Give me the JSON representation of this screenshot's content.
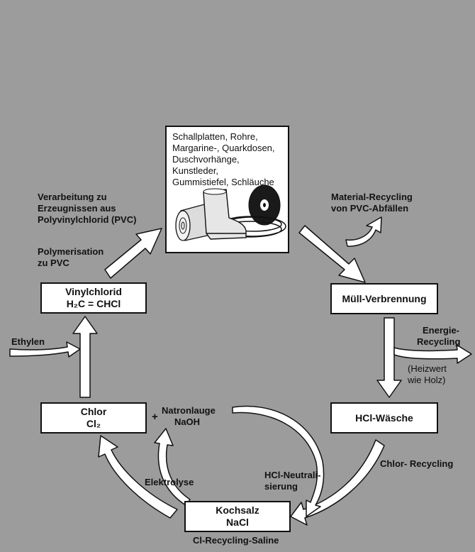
{
  "products": {
    "text_lines": [
      "Schallplatten, Rohre,",
      "Margarine-, Quarkdosen,",
      "Duschvorhänge, Kunstleder,",
      "Gummistiefel, Schläuche"
    ]
  },
  "nodes": {
    "vinyl": {
      "line1": "Vinylchlorid",
      "line2": "H₂C = CHCl"
    },
    "muell": {
      "label": "Müll-Verbrennung"
    },
    "hcl": {
      "label": "HCl-Wäsche"
    },
    "chlor": {
      "line1": "Chlor",
      "line2": "Cl₂"
    },
    "natron": {
      "line1": "Natronlauge",
      "line2": "NaOH"
    },
    "plus": "+",
    "kochsalz": {
      "line1": "Kochsalz",
      "line2": "NaCl"
    }
  },
  "labels": {
    "verarbeitung": [
      "Verarbeitung zu",
      "Erzeugnissen aus",
      "Polyvinylchlorid (PVC)"
    ],
    "polymerisation": [
      "Polymerisation",
      "zu PVC"
    ],
    "ethylen": "Ethylen",
    "material": [
      "Material-Recycling",
      "von PVC-Abfällen"
    ],
    "energie": [
      "Energie-",
      "Recycling"
    ],
    "heizwert": [
      "(Heizwert",
      "wie Holz)"
    ],
    "chlor_recycling": "Chlor- Recycling",
    "hcl_neutral": [
      "HCl-Neutrali-",
      "sierung"
    ],
    "elektrolyse": "Elektrolyse",
    "saline": "Cl-Recycling-Saline"
  },
  "colors": {
    "background": "#9c9c9c",
    "box": "#ffffff",
    "ink": "#111111"
  }
}
